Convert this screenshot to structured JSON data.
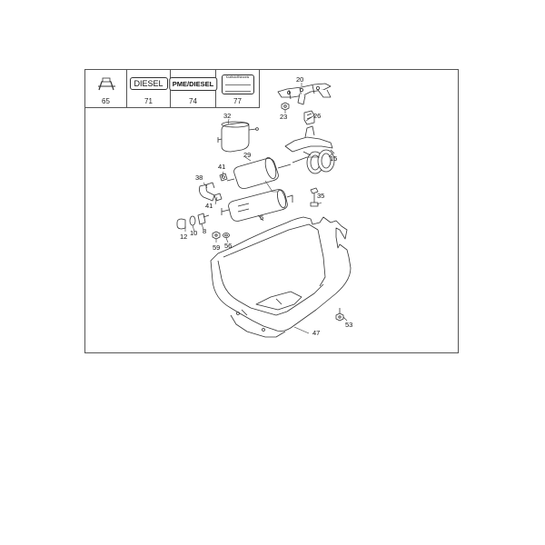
{
  "legend": {
    "clip_num": "65",
    "diesel_label": "DIESEL",
    "diesel_num": "71",
    "pme_label": "PME/DIESEL",
    "pme_num": "74",
    "plate_label": "Kraftstoffhinweis",
    "plate_num": "77"
  },
  "callouts": [
    {
      "id": "20",
      "text": "20"
    },
    {
      "id": "23",
      "text": "23"
    },
    {
      "id": "26",
      "text": "26"
    },
    {
      "id": "32",
      "text": "32"
    },
    {
      "id": "29",
      "text": "29"
    },
    {
      "id": "15",
      "text": "15"
    },
    {
      "id": "41a",
      "text": "41"
    },
    {
      "id": "38",
      "text": "38"
    },
    {
      "id": "41b",
      "text": "41"
    },
    {
      "id": "35",
      "text": "35"
    },
    {
      "id": "5",
      "text": "5"
    },
    {
      "id": "12",
      "text": "12"
    },
    {
      "id": "10",
      "text": "10"
    },
    {
      "id": "8",
      "text": "8"
    },
    {
      "id": "59",
      "text": "59"
    },
    {
      "id": "56",
      "text": "56"
    },
    {
      "id": "53",
      "text": "53"
    },
    {
      "id": "47",
      "text": "47"
    }
  ]
}
